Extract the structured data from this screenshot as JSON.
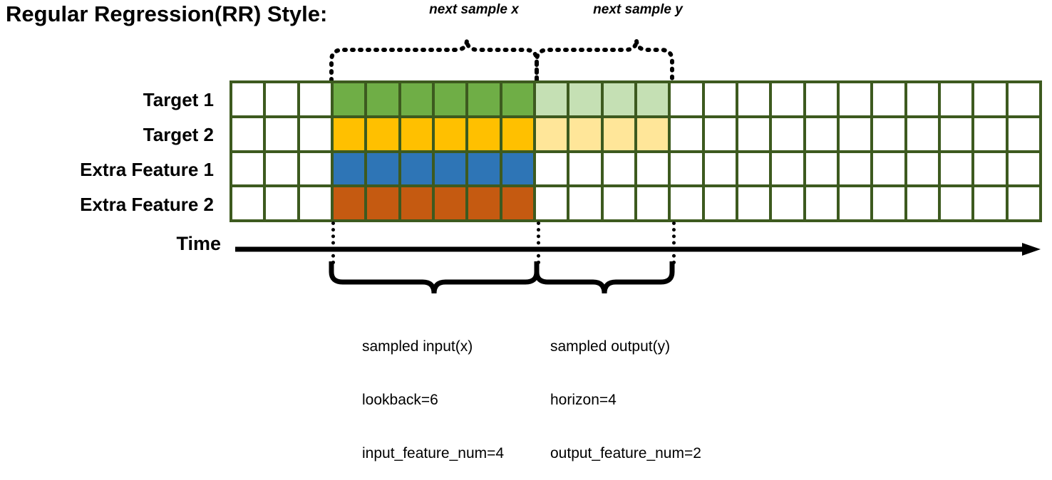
{
  "title": "Regular Regression(RR) Style:",
  "captions": {
    "next_sample_x": "next sample x",
    "next_sample_y": "next sample y"
  },
  "rows": [
    {
      "label": "Target 1",
      "color_key": "green"
    },
    {
      "label": "Target 2",
      "color_key": "gold"
    },
    {
      "label": "Extra Feature 1",
      "color_key": "blue"
    },
    {
      "label": "Extra Feature 2",
      "color_key": "orange"
    }
  ],
  "axis": {
    "label": "Time"
  },
  "grid": {
    "total_columns": 24,
    "blank_prefix_columns": 3,
    "input_columns": 6,
    "output_columns": 4,
    "blank_suffix_columns": 11,
    "row_fills": [
      [
        "#ffffff",
        "#ffffff",
        "#ffffff",
        "#6FAE46",
        "#6FAE46",
        "#6FAE46",
        "#6FAE46",
        "#6FAE46",
        "#6FAE46",
        "#C5E0B4",
        "#C5E0B4",
        "#C5E0B4",
        "#C5E0B4",
        "#ffffff",
        "#ffffff",
        "#ffffff",
        "#ffffff",
        "#ffffff",
        "#ffffff",
        "#ffffff",
        "#ffffff",
        "#ffffff",
        "#ffffff",
        "#ffffff"
      ],
      [
        "#ffffff",
        "#ffffff",
        "#ffffff",
        "#FFC000",
        "#FFC000",
        "#FFC000",
        "#FFC000",
        "#FFC000",
        "#FFC000",
        "#FFE699",
        "#FFE699",
        "#FFE699",
        "#FFE699",
        "#ffffff",
        "#ffffff",
        "#ffffff",
        "#ffffff",
        "#ffffff",
        "#ffffff",
        "#ffffff",
        "#ffffff",
        "#ffffff",
        "#ffffff",
        "#ffffff"
      ],
      [
        "#ffffff",
        "#ffffff",
        "#ffffff",
        "#2E75B6",
        "#2E75B6",
        "#2E75B6",
        "#2E75B6",
        "#2E75B6",
        "#2E75B6",
        "#ffffff",
        "#ffffff",
        "#ffffff",
        "#ffffff",
        "#ffffff",
        "#ffffff",
        "#ffffff",
        "#ffffff",
        "#ffffff",
        "#ffffff",
        "#ffffff",
        "#ffffff",
        "#ffffff",
        "#ffffff",
        "#ffffff"
      ],
      [
        "#ffffff",
        "#ffffff",
        "#ffffff",
        "#C55A11",
        "#C55A11",
        "#C55A11",
        "#C55A11",
        "#C55A11",
        "#C55A11",
        "#ffffff",
        "#ffffff",
        "#ffffff",
        "#ffffff",
        "#ffffff",
        "#ffffff",
        "#ffffff",
        "#ffffff",
        "#ffffff",
        "#ffffff",
        "#ffffff",
        "#ffffff",
        "#ffffff",
        "#ffffff",
        "#ffffff"
      ]
    ]
  },
  "annotations": {
    "input": {
      "line1": "sampled input(x)",
      "line2": "lookback=6",
      "line3": "input_feature_num=4"
    },
    "output": {
      "line1": "sampled output(y)",
      "line2": "horizon=4",
      "line3": "output_feature_num=2"
    }
  },
  "colors": {
    "grid_border": "#3D5A1F",
    "target1": "#6FAE46",
    "target1_light": "#C5E0B4",
    "target2": "#FFC000",
    "target2_light": "#FFE699",
    "extra1": "#2E75B6",
    "extra2": "#C55A11",
    "ink": "#000000"
  }
}
